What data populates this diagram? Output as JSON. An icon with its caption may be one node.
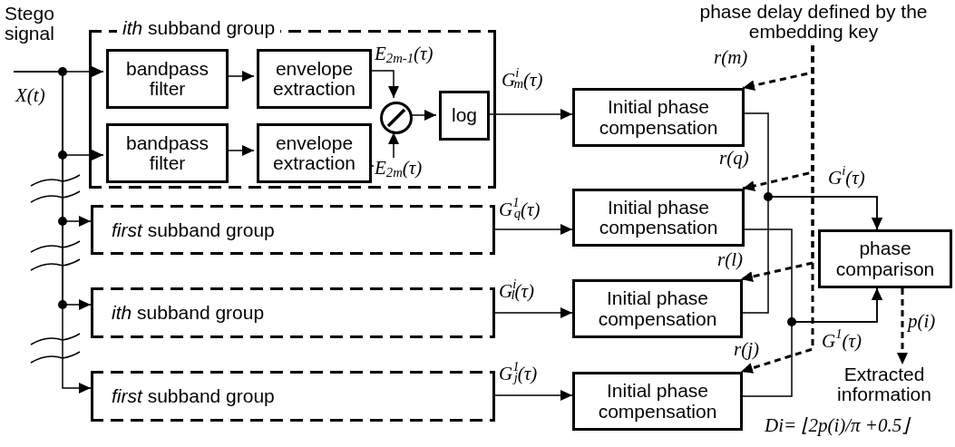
{
  "diagram": {
    "nodes": [
      {
        "text": [
          "*ith* subband group"
        ]
      },
      {
        "text": [
          "bandpass filter"
        ],
        "in": 0
      },
      {
        "text": [
          "envelope extraction"
        ],
        "in": 0
      },
      {
        "text": [
          "bandpass filter"
        ],
        "in": 0
      },
      {
        "text": [
          "envelope extraction"
        ],
        "in": 0
      },
      {
        "text": [],
        "shape": "circle",
        "in": 0
      },
      {
        "text": [
          "log"
        ],
        "in": 0
      },
      {
        "text": [
          "*first* subband group"
        ]
      },
      {
        "text": [
          "*ith* subband group"
        ]
      },
      {
        "text": [
          "*first* subband group"
        ]
      },
      {
        "text": [
          "Initial phase compensation"
        ]
      },
      {
        "text": [
          "Initial phase compensation"
        ]
      },
      {
        "text": [
          "Initial phase compensation"
        ]
      },
      {
        "text": [
          "Initial phase compensation"
        ]
      },
      {
        "text": [
          "phase comparison"
        ]
      },
      {
        "text": [
          "phase delay defined by the embedding key"
        ]
      },
      {
        "text": [
          "Extracted information"
        ]
      }
    ],
    "edges": [
      {
        "from": null,
        "to": 1,
        "arrow": "to"
      },
      {
        "from": null,
        "to": 3,
        "arrow": "to"
      },
      {
        "from": null,
        "to": 7,
        "arrow": "to"
      },
      {
        "from": null,
        "to": 8,
        "arrow": "to"
      },
      {
        "from": null,
        "to": 9,
        "arrow": "to"
      },
      {
        "from": 1,
        "to": 2,
        "arrow": "to"
      },
      {
        "from": 3,
        "to": 4,
        "arrow": "to"
      },
      {
        "from": 2,
        "to": 5,
        "arrow": "to",
        "label": "E$_{2m-1}$(τ)"
      },
      {
        "from": 4,
        "to": 5,
        "arrow": "to",
        "label": "E$_{2m}$(τ)"
      },
      {
        "from": 5,
        "to": 6,
        "arrow": "to"
      },
      {
        "from": 6,
        "to": 10,
        "arrow": "to",
        "label": "G$^{i}$$_{m}$(τ)"
      },
      {
        "from": 7,
        "to": 11,
        "arrow": "to",
        "label": "G$^{1}$$_{q}$(τ)"
      },
      {
        "from": 8,
        "to": 12,
        "arrow": "to",
        "label": "G$^{i}$$_{l}$(τ)"
      },
      {
        "from": 9,
        "to": 13,
        "arrow": "to",
        "label": "G$^{1}$$_{j}$(τ)"
      },
      {
        "from": 10,
        "to": 14,
        "arrow": "to",
        "label": "G$^{i}$(τ)"
      },
      {
        "from": 12,
        "to": 14,
        "arrow": "to"
      },
      {
        "from": 11,
        "to": 14,
        "arrow": "to",
        "label": "G$^{1}$(τ)"
      },
      {
        "from": 13,
        "to": 14,
        "arrow": "to"
      },
      {
        "from": 15,
        "to": 10,
        "arrow": "to",
        "style": "dashed",
        "label": "r(m)"
      },
      {
        "from": 15,
        "to": 11,
        "arrow": "to",
        "style": "dashed",
        "label": "r(q)"
      },
      {
        "from": 15,
        "to": 12,
        "arrow": "to",
        "style": "dashed",
        "label": "r(l)"
      },
      {
        "from": 15,
        "to": 13,
        "arrow": "to",
        "style": "dashed",
        "label": "r(j)"
      },
      {
        "from": 14,
        "to": 16,
        "arrow": "to",
        "style": "dashed",
        "label": "p(i)"
      }
    ],
    "labels": [
      "Stego signal",
      "X(t)",
      "Di= ⌊2p(i)/π +0.5⌋"
    ]
  }
}
